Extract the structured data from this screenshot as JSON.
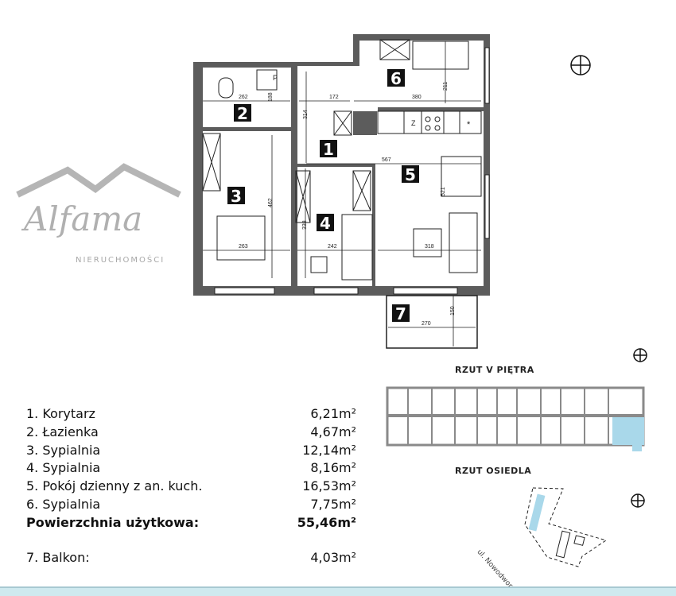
{
  "floorplan": {
    "rooms": [
      {
        "number": "1"
      },
      {
        "number": "2"
      },
      {
        "number": "3"
      },
      {
        "number": "4"
      },
      {
        "number": "5"
      },
      {
        "number": "6"
      },
      {
        "number": "7"
      }
    ],
    "dimensions": [
      "262",
      "188",
      "172",
      "314",
      "380",
      "211",
      "567",
      "462",
      "263",
      "338",
      "242",
      "318",
      "521",
      "150",
      "270"
    ],
    "fixtures": {
      "p_label": "P",
      "z_label": "Z",
      "star_label": "*"
    }
  },
  "legend": {
    "items": [
      {
        "label": "1. Korytarz",
        "area": "6,21m²"
      },
      {
        "label": "2. Łazienka",
        "area": "4,67m²"
      },
      {
        "label": "3. Sypialnia",
        "area": "12,14m²"
      },
      {
        "label": "4. Sypialnia",
        "area": "8,16m²"
      },
      {
        "label": "5. Pokój dzienny z an. kuch.",
        "area": "16,53m²"
      },
      {
        "label": "6. Sypialnia",
        "area": "7,75m²"
      }
    ],
    "total": {
      "label": "Powierzchnia użytkowa:",
      "area": "55,46m²"
    },
    "balcony": {
      "label": "7. Balkon:",
      "area": "4,03m²"
    }
  },
  "keyplan": {
    "title": "RZUT V PIĘTRA",
    "highlight_color": "#a9d8ea"
  },
  "siteplan": {
    "title": "RZUT OSIEDLA",
    "street": "ul. Nowodworska"
  },
  "logo": {
    "name": "Alfama",
    "subtitle": "NIERUCHOMOŚCI"
  },
  "colors": {
    "wall": "#5c5c5c",
    "accent": "#a9d8ea",
    "band": "#cfe9ef"
  }
}
